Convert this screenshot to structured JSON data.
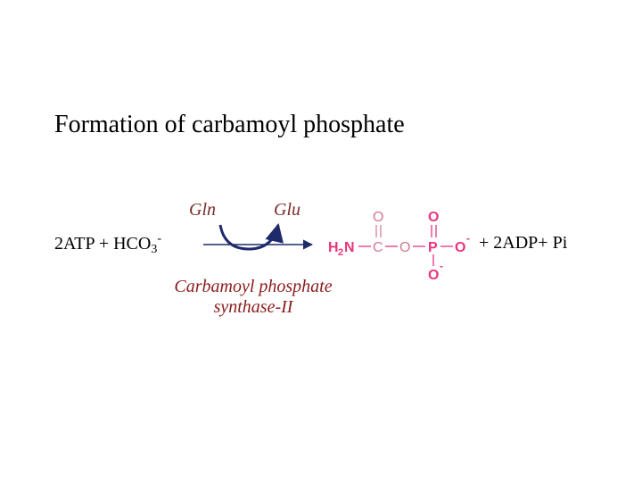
{
  "slide": {
    "title": "Formation of carbamoyl phosphate"
  },
  "reaction": {
    "left_prefix": "2ATP + HCO",
    "left_subscript": "3",
    "left_superscript": "-",
    "cosubstrate_in": "Gln",
    "cosubstrate_out": "Glu",
    "enzyme_line1": "Carbamoyl phosphate",
    "enzyme_line2": "synthase-II",
    "products_right": "+ 2ADP+ Pi"
  },
  "structure": {
    "amine_H": "H",
    "amine_sub": "2",
    "amine_N": "N",
    "carbon": "C",
    "bridge_O": "O",
    "phosphorus": "P",
    "oxygen_top_carbonyl": "O",
    "oxygen_top_phosphoryl": "O",
    "oxygen_right": "O",
    "oxygen_right_charge": "-",
    "oxygen_bottom": "O",
    "oxygen_bottom_charge": "-"
  },
  "colors": {
    "arrow": "#1f2a6b",
    "enzyme_text": "#8b1a1a",
    "amino_text": "#7a2a2a",
    "structure": "#e8347f",
    "structure_faint": "#d07a90"
  }
}
